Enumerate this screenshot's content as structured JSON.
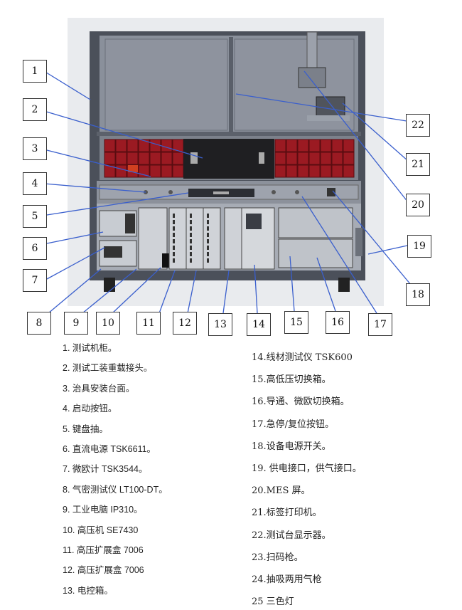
{
  "callouts": [
    "1",
    "2",
    "3",
    "4",
    "5",
    "6",
    "7",
    "8",
    "9",
    "10",
    "11",
    "12",
    "13",
    "14",
    "15",
    "16",
    "17",
    "18",
    "19",
    "20",
    "21",
    "22"
  ],
  "legend_left": [
    "1.   测试机柜。",
    "2.   测试工装重载接头。",
    "3.   治具安装台面。",
    "4.   启动按钮。",
    "5.   键盘抽。",
    "6.   直流电源 TSK6611。",
    "7.   微欧计 TSK3544。",
    "8.   气密测试仪 LT100-DT。",
    "9.   工业电脑 IP310。",
    "10. 高压机 SE7430",
    "11. 高压扩展盒 7006",
    "12. 高压扩展盒 7006",
    "13. 电控箱。"
  ],
  "legend_right": [
    "14.线材测试仪 TSK600",
    "15.高低压切换箱。",
    "16.导通、微欧切换箱。",
    "17.急停/复位按钮。",
    "18.设备电源开关。",
    "19. 供电接口，供气接口。",
    "20.MES 屏。",
    "21.标签打印机。",
    "22.测试台显示器。",
    "23.扫码枪。",
    "24.抽吸两用气枪",
    "25 三色灯"
  ],
  "colors": {
    "leader": "#3a5fcd",
    "frame": "#5a5f6a",
    "panel": "#8c919c",
    "red": "#9b1a22"
  }
}
